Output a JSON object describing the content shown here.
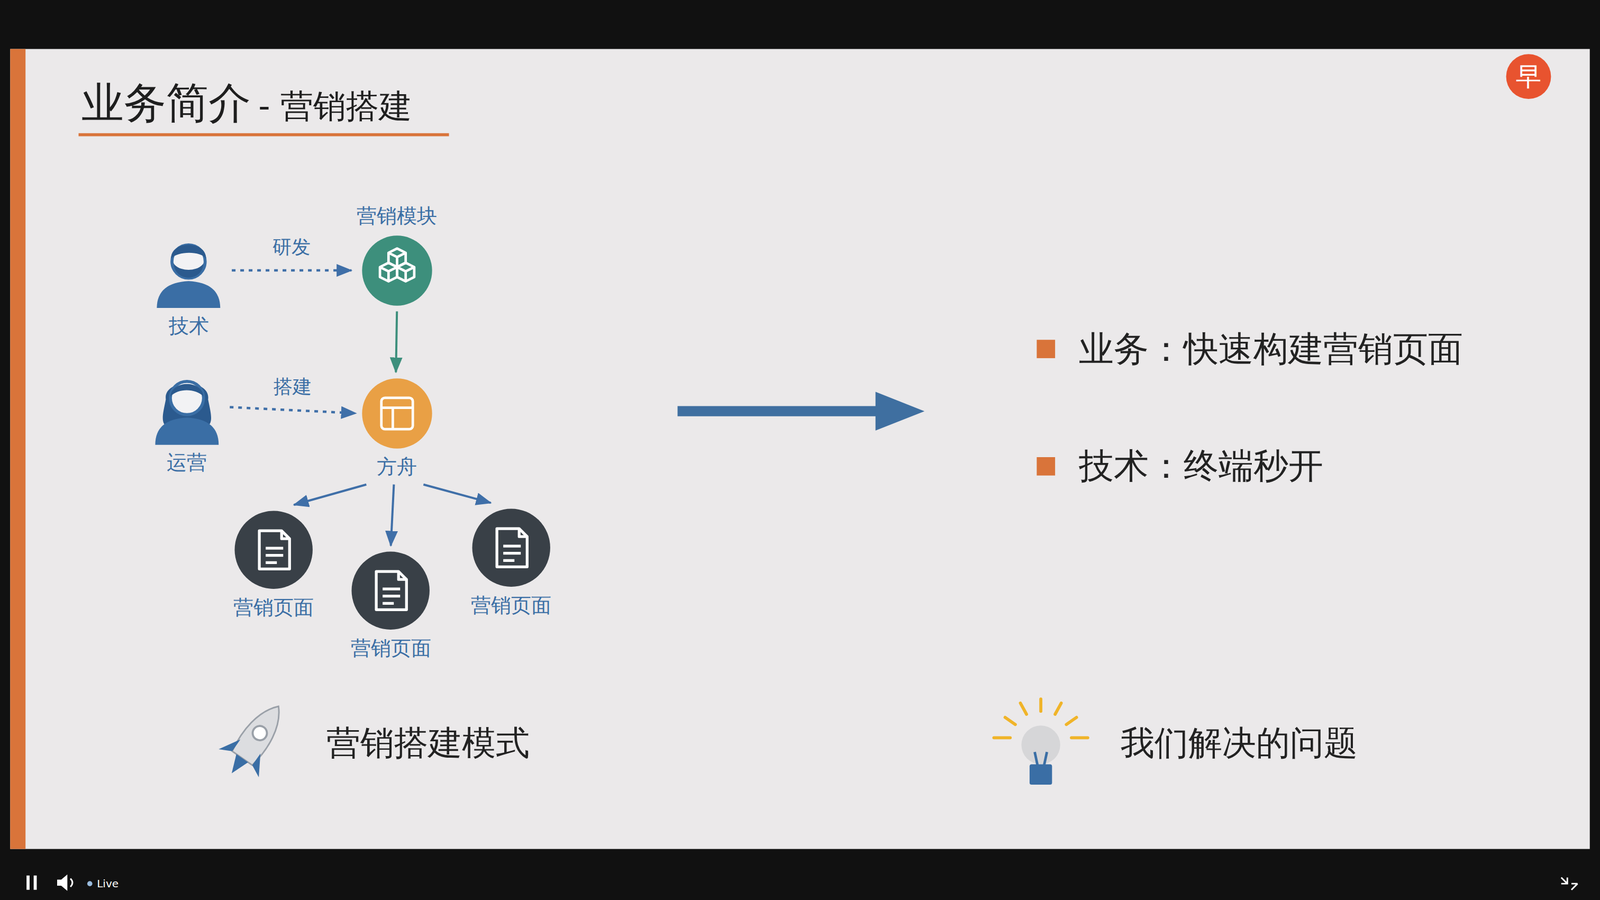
{
  "diagram": {
    "title": "业务简介",
    "nodes": [
      {
        "text": [
          "技术"
        ]
      },
      {
        "text": [
          "营销模块"
        ]
      },
      {
        "text": [
          "运营"
        ]
      },
      {
        "text": [
          "方舟"
        ]
      },
      {
        "text": [
          "营销页面"
        ]
      },
      {
        "text": [
          "营销页面"
        ]
      },
      {
        "text": [
          "营销页面"
        ]
      }
    ],
    "edges": [
      {
        "from": 0,
        "to": 1,
        "label": "研发",
        "arrow": "to"
      },
      {
        "from": 1,
        "to": 3,
        "arrow": "to"
      },
      {
        "from": 2,
        "to": 3,
        "label": "搭建",
        "arrow": "to"
      },
      {
        "from": 3,
        "to": 4,
        "arrow": "to"
      },
      {
        "from": 3,
        "to": 5,
        "arrow": "to"
      },
      {
        "from": 3,
        "to": 6,
        "arrow": "to"
      }
    ],
    "labels": [
      "- 营销搭建",
      "早",
      "业务：快速构建营销页面",
      "技术：终端秒开",
      "营销搭建模式",
      "我们解决的问题",
      "Live"
    ]
  }
}
